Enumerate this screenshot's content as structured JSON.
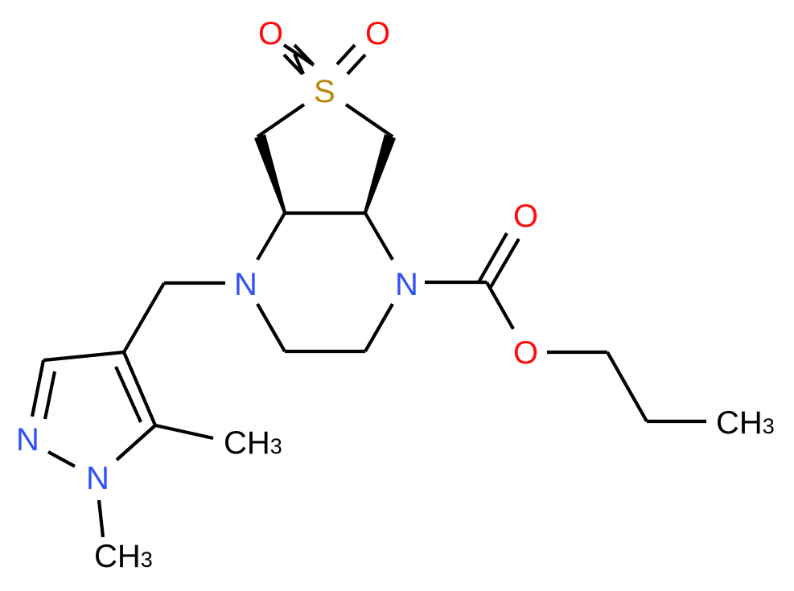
{
  "diagram": {
    "type": "chemical-structure",
    "colors": {
      "carbon": "#000000",
      "nitrogen": "#3050F8",
      "oxygen": "#FF0D0D",
      "sulfur": "#B8860B",
      "background": "#FFFFFF"
    },
    "atoms": {
      "o_sulfonyl_left": "O",
      "o_sulfonyl_right": "O",
      "s_sulfone": "S",
      "n_ring_left": "N",
      "n_ring_right": "N",
      "o_carbonyl": "O",
      "o_ester": "O",
      "ch3_propyl": {
        "main": "CH",
        "sub": "3"
      },
      "n_pyrazole_2": "N",
      "n_pyrazole_1": "N",
      "ch3_c5": {
        "main": "CH",
        "sub": "3"
      },
      "ch3_n1": {
        "main": "CH",
        "sub": "3"
      }
    }
  }
}
